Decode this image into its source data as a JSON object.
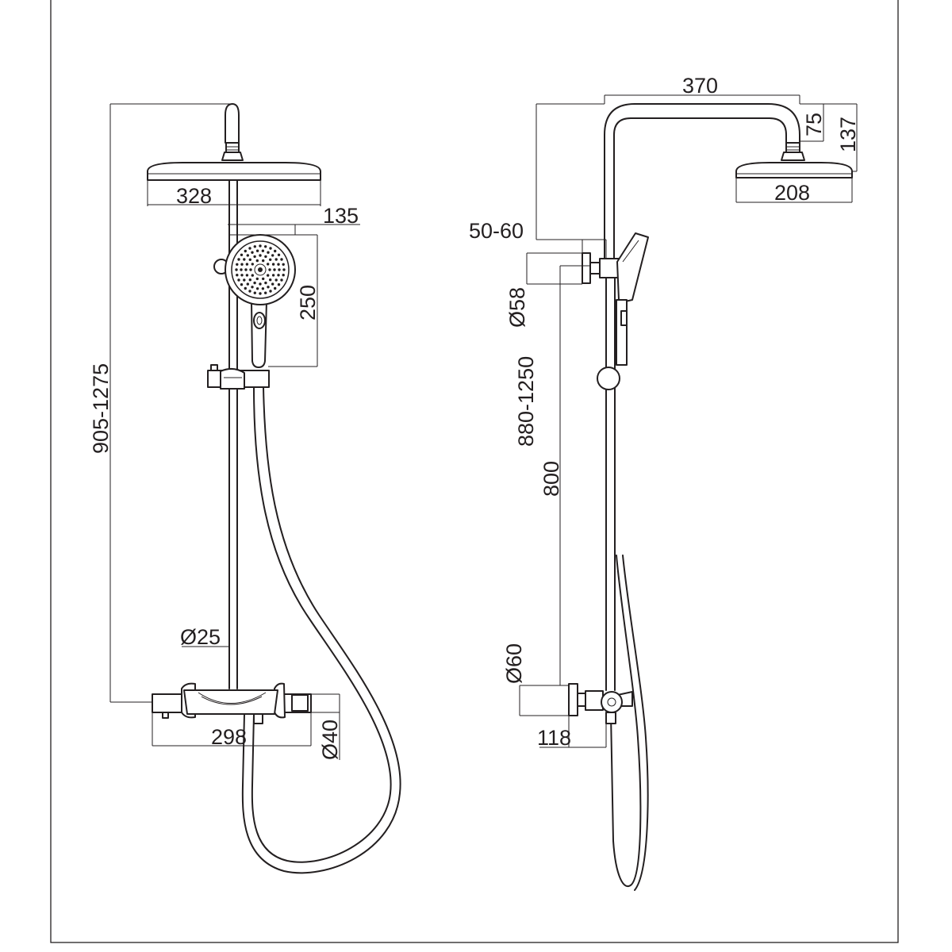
{
  "front_view": {
    "head_width": "328",
    "hand_shower_width": "135",
    "hand_shower_height": "250",
    "total_height": "905-1275",
    "rail_diameter": "Ø25",
    "valve_width": "298",
    "valve_diameter": "Ø40"
  },
  "side_view": {
    "arm_reach": "370",
    "arm_drop": "75",
    "head_drop": "137",
    "head_width": "208",
    "wall_distance": "50-60",
    "bracket_diameter": "Ø58",
    "height_range": "880-1250",
    "center_distance": "800",
    "valve_diameter": "Ø60",
    "valve_depth": "118"
  }
}
